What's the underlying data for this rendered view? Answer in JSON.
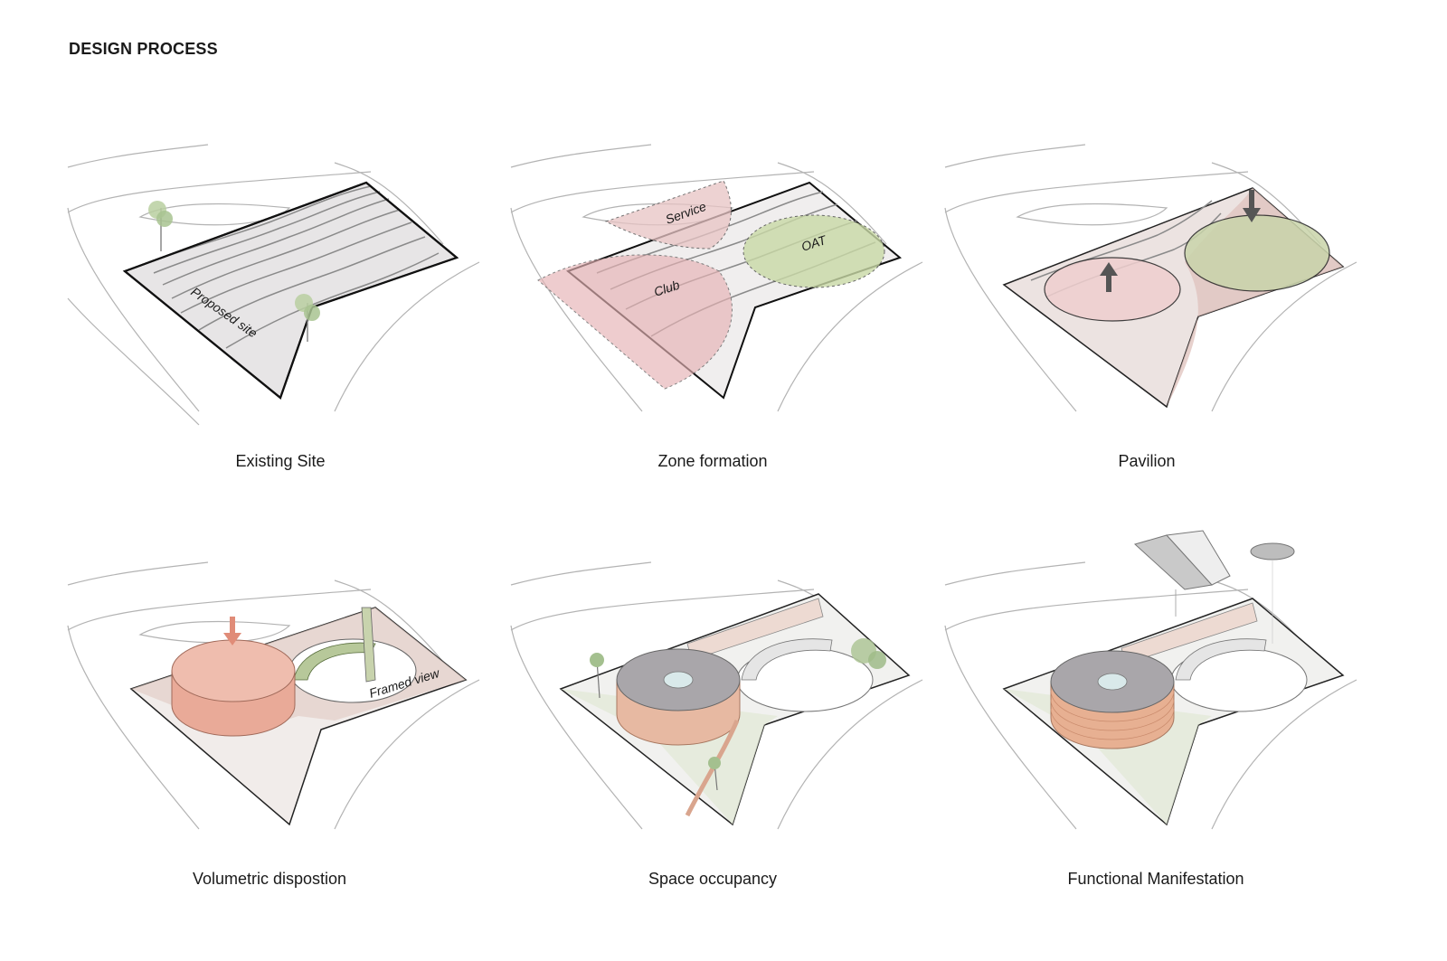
{
  "page": {
    "title": "DESIGN PROCESS"
  },
  "panels": [
    {
      "caption": "Existing Site",
      "labels": {
        "site": "Proposed site"
      }
    },
    {
      "caption": "Zone formation",
      "labels": {
        "service": "Service",
        "club": "Club",
        "oat": "OAT"
      }
    },
    {
      "caption": "Pavilion"
    },
    {
      "caption": "Volumetric dispostion",
      "labels": {
        "view": "Framed view"
      }
    },
    {
      "caption": "Space occupancy"
    },
    {
      "caption": "Functional Manifestation"
    }
  ],
  "colors": {
    "club_zone": "#e6b2b4",
    "oat_zone": "#c9d9a6",
    "service_zone": "#e8c4c4",
    "volume": "#e9aa98",
    "roof": "#a9a6aa",
    "arrow": "#555555"
  }
}
